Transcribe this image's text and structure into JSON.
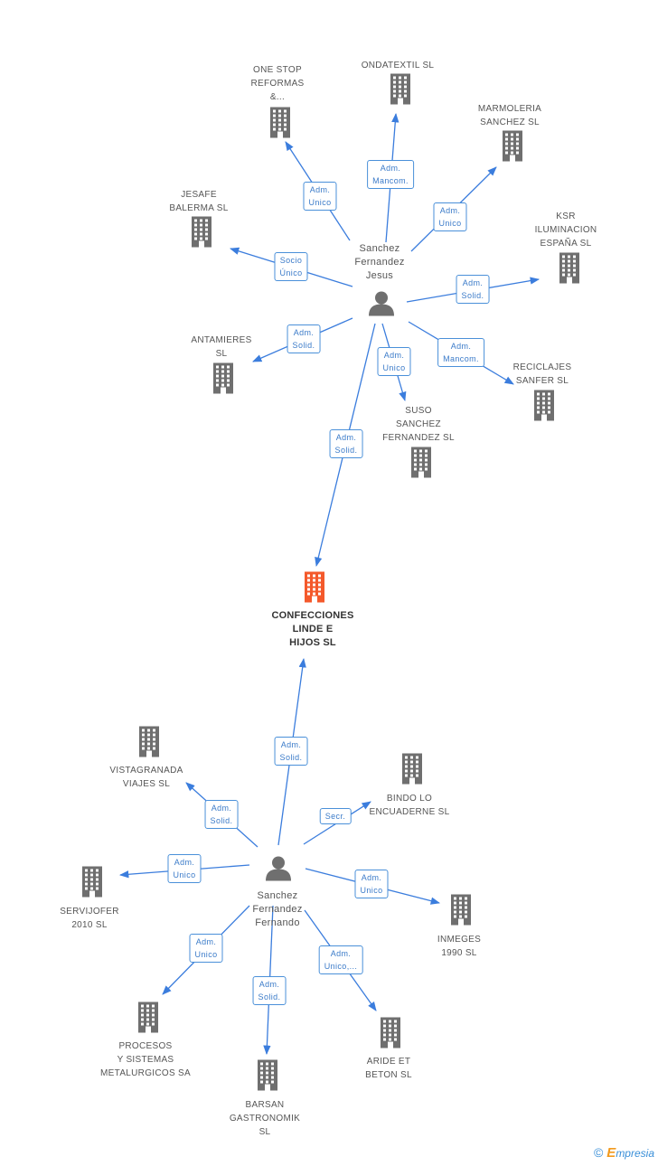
{
  "colors": {
    "company": "#6f6f6f",
    "main_company": "#f4592b",
    "person": "#6f6f6f",
    "edge": "#3b7ddd"
  },
  "main_company": {
    "id": "confecciones",
    "name": "CONFECCIONES\nLINDE E\nHIJOS SL"
  },
  "persons": [
    {
      "id": "jesus",
      "name": "Sanchez\nFernandez\nJesus"
    },
    {
      "id": "fernando",
      "name": "Sanchez\nFernandez\nFernando"
    }
  ],
  "companies": [
    {
      "id": "onestop",
      "name": "ONE STOP\nREFORMAS\n&..."
    },
    {
      "id": "ondatextil",
      "name": "ONDATEXTIL SL"
    },
    {
      "id": "marmoleria",
      "name": "MARMOLERIA\nSANCHEZ SL"
    },
    {
      "id": "jesafe",
      "name": "JESAFE\nBALERMA SL"
    },
    {
      "id": "ksr",
      "name": "KSR\nILUMINACION\nESPAÑA SL"
    },
    {
      "id": "antamieres",
      "name": "ANTAMIERES\nSL"
    },
    {
      "id": "reciclajes",
      "name": "RECICLAJES\nSANFER SL"
    },
    {
      "id": "suso",
      "name": "SUSO\nSANCHEZ\nFERNANDEZ SL"
    },
    {
      "id": "vistagranada",
      "name": "VISTAGRANADA\nVIAJES SL"
    },
    {
      "id": "bindo",
      "name": "BINDO LO\nENCUADERNE SL"
    },
    {
      "id": "servijofer",
      "name": "SERVIJOFER\n2010 SL"
    },
    {
      "id": "inmeges",
      "name": "INMEGES\n1990 SL"
    },
    {
      "id": "procesos",
      "name": "PROCESOS\nY SISTEMAS\nMETALURGICOS SA"
    },
    {
      "id": "aride",
      "name": "ARIDE ET\nBETON SL"
    },
    {
      "id": "barsan",
      "name": "BARSAN\nGASTRONOMIK\nSL"
    }
  ],
  "relations": [
    {
      "from": "jesus",
      "to": "onestop",
      "label": "Adm.\nUnico"
    },
    {
      "from": "jesus",
      "to": "ondatextil",
      "label": "Adm.\nMancom."
    },
    {
      "from": "jesus",
      "to": "marmoleria",
      "label": "Adm.\nUnico"
    },
    {
      "from": "jesus",
      "to": "jesafe",
      "label": "Socio\nÚnico"
    },
    {
      "from": "jesus",
      "to": "ksr",
      "label": "Adm.\nSolid."
    },
    {
      "from": "jesus",
      "to": "antamieres",
      "label": "Adm.\nSolid."
    },
    {
      "from": "jesus",
      "to": "reciclajes",
      "label": "Adm.\nMancom."
    },
    {
      "from": "jesus",
      "to": "suso",
      "label": "Adm.\nUnico"
    },
    {
      "from": "jesus",
      "to": "confecciones",
      "label": "Adm.\nSolid."
    },
    {
      "from": "fernando",
      "to": "confecciones",
      "label": "Adm.\nSolid."
    },
    {
      "from": "fernando",
      "to": "vistagranada",
      "label": "Adm.\nSolid."
    },
    {
      "from": "fernando",
      "to": "bindo",
      "label": "Secr."
    },
    {
      "from": "fernando",
      "to": "servijofer",
      "label": "Adm.\nUnico"
    },
    {
      "from": "fernando",
      "to": "inmeges",
      "label": "Adm.\nUnico"
    },
    {
      "from": "fernando",
      "to": "procesos",
      "label": "Adm.\nUnico"
    },
    {
      "from": "fernando",
      "to": "aride",
      "label": "Adm.\nUnico,..."
    },
    {
      "from": "fernando",
      "to": "barsan",
      "label": "Adm.\nSolid."
    }
  ],
  "watermark": {
    "copyright": "©",
    "brand_initial": "E",
    "brand_rest": "mpresia"
  }
}
